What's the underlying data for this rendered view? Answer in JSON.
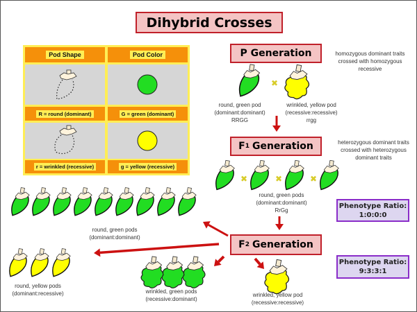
{
  "title": "Dihybrid Crosses",
  "key_table": {
    "headers": [
      "Pod Shape",
      "Pod Color"
    ],
    "rows": [
      {
        "shape_label": "R = round (dominant)",
        "color_label": "G = green (dominant)",
        "shape_icon": "round-pod-outline",
        "color_icon": "green-circle"
      },
      {
        "shape_label": "r = wrinkled (recessive)",
        "color_label": "g = yellow (recessive)",
        "shape_icon": "wrinkled-pod-outline",
        "color_icon": "yellow-circle"
      }
    ]
  },
  "p_generation": {
    "label": "P Generation",
    "note": [
      "homozygous dominant traits",
      "crossed with homozygous",
      "recessive"
    ],
    "parents": [
      {
        "lines": [
          "round, green pod",
          "(dominant:dominant)",
          "RRGG"
        ]
      },
      {
        "lines": [
          "wrinkled, yellow pod",
          "(recessive:recessive)",
          "rrgg"
        ]
      }
    ]
  },
  "f1_generation": {
    "label_main": "F",
    "label_sub": "1",
    "label_rest": "Generation",
    "note": [
      "heterozygous dominant traits",
      "crossed with heterozygous",
      "dominant traits"
    ],
    "offspring_caption": [
      "round, green pods",
      "(dominant:dominant)",
      "RrGg"
    ],
    "pod_count": 4,
    "ratio_label": "Phenotype Ratio:",
    "ratio_value": "1:0:0:0"
  },
  "f2_generation": {
    "label_main": "F",
    "label_sub": "2",
    "label_rest": "Generation",
    "ratio_label": "Phenotype Ratio:",
    "ratio_value": "9:3:3:1",
    "groups": [
      {
        "name": "round-green",
        "count": 9,
        "lines": [
          "round, green pods",
          "(dominant:dominant)"
        ]
      },
      {
        "name": "round-yellow",
        "count": 3,
        "lines": [
          "round, yellow pods",
          "(dominant:recessive)"
        ]
      },
      {
        "name": "wrinkled-green",
        "count": 3,
        "lines": [
          "wrinkled, green pods",
          "(recessive:dominant)"
        ]
      },
      {
        "name": "wrinkled-yellow",
        "count": 1,
        "lines": [
          "wrinkled, yellow pod",
          "(recessive:recessive)"
        ]
      }
    ]
  },
  "colors": {
    "green": "#22dd22",
    "yellow": "#ffff00",
    "arrow": "#cc1111",
    "gen_fill": "#f4c4c4",
    "gen_border": "#c0202a",
    "ratio_fill": "#ddd6f0",
    "ratio_border": "#8a2cc9",
    "table_orange": "#f5900a",
    "table_yellow": "#ffee55"
  }
}
